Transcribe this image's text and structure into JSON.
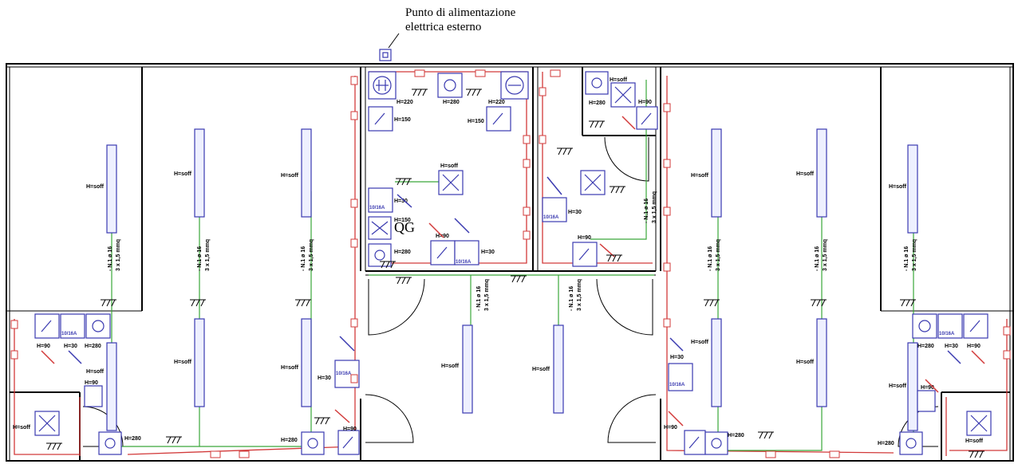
{
  "caption": {
    "line1": "Punto di alimentazione",
    "line2": "elettrica esterno"
  },
  "panel": {
    "label": "QG"
  },
  "labels": {
    "soff": "H=soff",
    "h90": "H=90",
    "h30": "H=30",
    "h280": "H=280",
    "h220": "H=220",
    "h150": "H=150",
    "socket_rating": "10/16A",
    "cable_line": "- N.1  ø 16",
    "cable_spec": "3 x 1,5 mmq"
  },
  "colors": {
    "walls": "#000000",
    "power_line": "#d23a3a",
    "lighting_line": "#3aa83a",
    "devices": "#3a3ab0"
  },
  "icons": [
    "switch-icon",
    "socket-icon",
    "fan-icon",
    "ceiling-light-icon",
    "fluorescent-lamp-icon",
    "arrow-icon",
    "earth-icon"
  ]
}
